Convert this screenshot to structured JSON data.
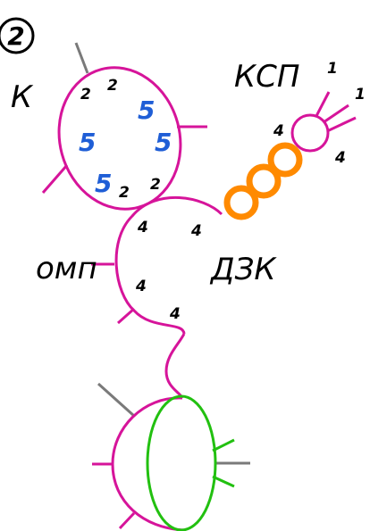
{
  "colors": {
    "membrane": "#d6149a",
    "link": "#ff8a00",
    "ring": "#22c010",
    "stub": "#7a7a7a",
    "blue": "#1f5ed6",
    "text": "#000000"
  },
  "corner_mark": "2",
  "labels": {
    "k": "К",
    "ksp": "КСП",
    "omp": "омп",
    "dzk": "ДЗК"
  },
  "k_ring": {
    "numbers": [
      "2",
      "2",
      "2",
      "2"
    ],
    "fives": [
      "5",
      "5",
      "5",
      "5"
    ]
  },
  "ksp_ring": {
    "numbers": [
      "1",
      "1",
      "4"
    ]
  },
  "chain_label": "4",
  "dzk_ring": {
    "numbers": [
      "4",
      "4",
      "4",
      "4"
    ]
  }
}
